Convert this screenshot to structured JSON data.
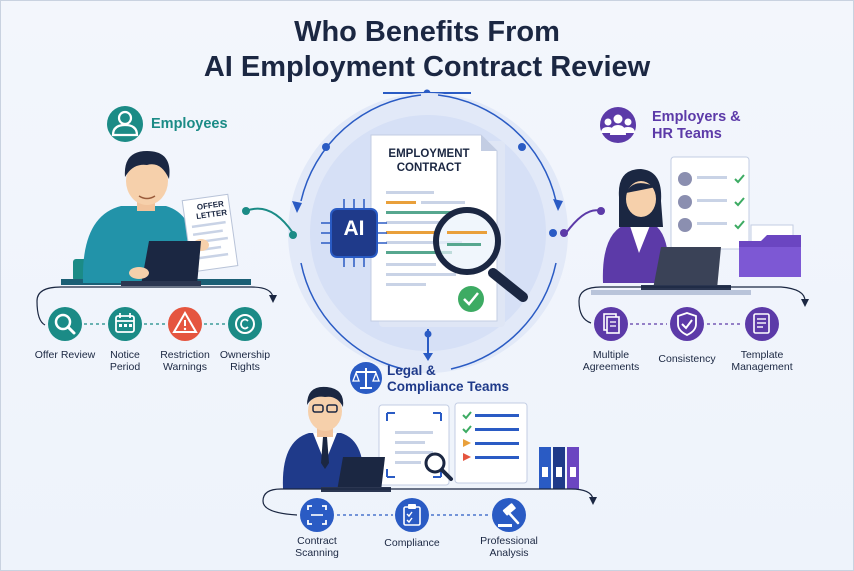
{
  "title": {
    "line1": "Who Benefits From",
    "line2": "AI Employment Contract Review"
  },
  "center": {
    "doc_title": [
      "EMPLOYMENT",
      "CONTRACT"
    ],
    "ai_label": "AI"
  },
  "employees": {
    "heading": "Employees",
    "offer_letter": [
      "OFFER",
      "LETTER"
    ],
    "items": [
      {
        "label": [
          "Offer Review"
        ],
        "icon": "magnifier-icon",
        "color": "#1b8b86"
      },
      {
        "label": [
          "Notice",
          "Period"
        ],
        "icon": "calendar-icon",
        "color": "#1b8b86"
      },
      {
        "label": [
          "Restriction",
          "Warnings"
        ],
        "icon": "warning-icon",
        "color": "#e5553f"
      },
      {
        "label": [
          "Ownership",
          "Rights"
        ],
        "icon": "copyright-icon",
        "color": "#1b8b86"
      }
    ]
  },
  "employers": {
    "heading": [
      "Employers &",
      "HR Teams"
    ],
    "items": [
      {
        "label": [
          "Multiple",
          "Agreements"
        ],
        "icon": "documents-icon",
        "color": "#5c3aa8"
      },
      {
        "label": [
          "Consistency"
        ],
        "icon": "shield-check-icon",
        "color": "#5c3aa8"
      },
      {
        "label": [
          "Template",
          "Management"
        ],
        "icon": "template-icon",
        "color": "#5c3aa8"
      }
    ]
  },
  "legal": {
    "heading": [
      "Legal &",
      "Compliance Teams"
    ],
    "items": [
      {
        "label": [
          "Contract",
          "Scanning"
        ],
        "icon": "scan-icon",
        "color": "#2a5bc4"
      },
      {
        "label": [
          "Compliance"
        ],
        "icon": "clipboard-check-icon",
        "color": "#2a5bc4"
      },
      {
        "label": [
          "Professional",
          "Analysis"
        ],
        "icon": "gavel-icon",
        "color": "#2a5bc4"
      }
    ]
  },
  "colors": {
    "teal": "#1b8b86",
    "purple": "#5c3aa8",
    "blue": "#2a5bc4",
    "navy": "#1b2742"
  }
}
